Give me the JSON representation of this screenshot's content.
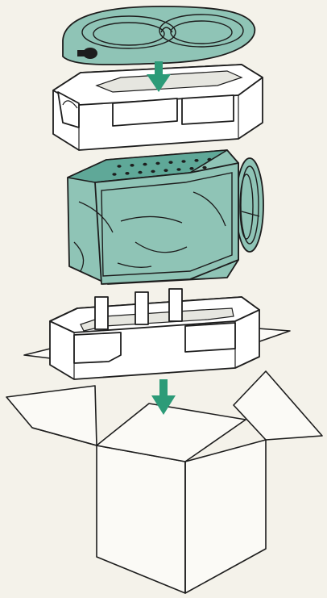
{
  "figure": {
    "kind": "unpacking-exploded-view",
    "steps": [
      {
        "part": "coiled-cable-in-bag",
        "icon": "cable-coil-icon"
      },
      {
        "part": "top-foam-insert",
        "icon": "foam-insert-icon"
      },
      {
        "part": "monitor-in-plastic-bag",
        "icon": "monitor-icon"
      },
      {
        "part": "bottom-foam-insert",
        "icon": "foam-insert-icon"
      },
      {
        "part": "shipping-carton",
        "icon": "box-icon"
      }
    ],
    "arrows": [
      {
        "name": "down-arrow-1",
        "direction": "down",
        "icon": "arrow-down-icon"
      },
      {
        "name": "down-arrow-2",
        "direction": "down",
        "icon": "arrow-down-icon"
      }
    ]
  },
  "colors": {
    "background": "#f4f2ea",
    "line": "#1d1d1d",
    "foam": "#ffffff",
    "bag_teal": "#8fc4b6",
    "bag_teal_dark": "#5fa898",
    "arrow_green": "#2c9b78",
    "box_fill": "#fbfaf6"
  }
}
